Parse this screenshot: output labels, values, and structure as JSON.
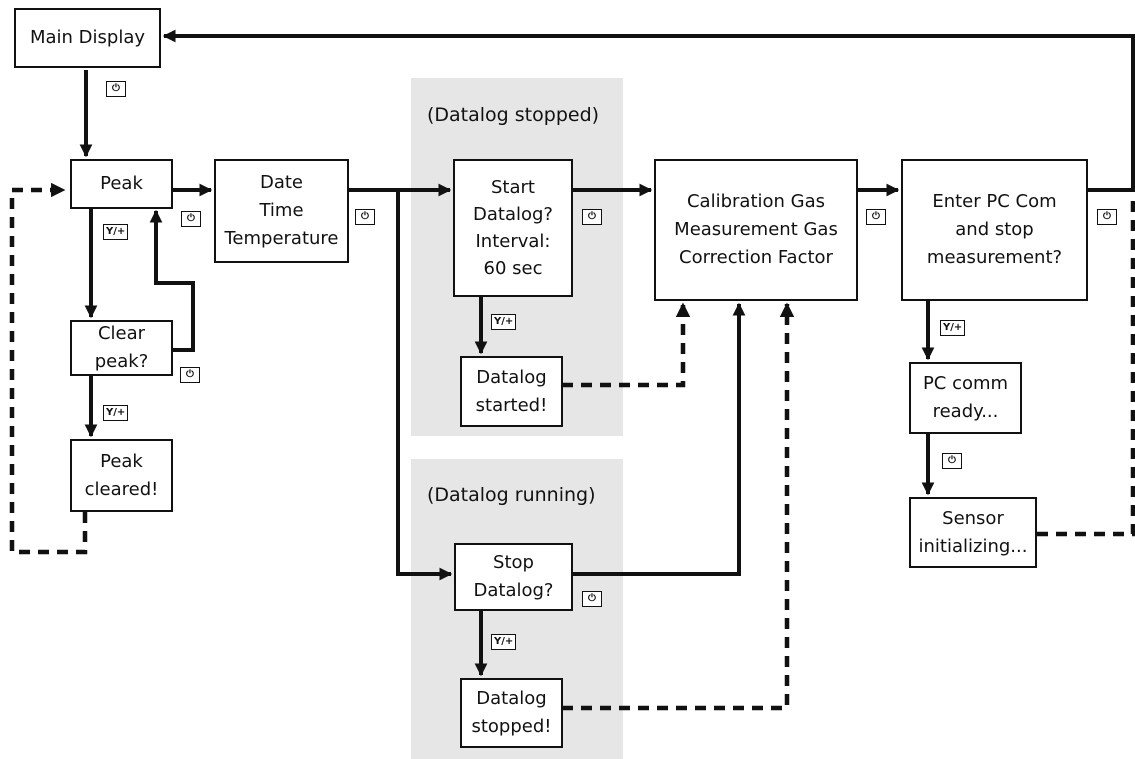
{
  "regions": {
    "datalog_stopped": "(Datalog stopped)",
    "datalog_running": "(Datalog running)"
  },
  "boxes": {
    "main_display": [
      "Main Display"
    ],
    "peak": [
      "Peak"
    ],
    "date_time_temp": [
      "Date",
      "Time",
      "Temperature"
    ],
    "clear_peak": [
      "Clear",
      "peak?"
    ],
    "peak_cleared": [
      "Peak",
      "cleared!"
    ],
    "start_datalog": [
      "Start",
      "Datalog?",
      "Interval:",
      "60 sec"
    ],
    "datalog_started": [
      "Datalog",
      "started!"
    ],
    "stop_datalog": [
      "Stop",
      "Datalog?"
    ],
    "datalog_stopped": [
      "Datalog",
      "stopped!"
    ],
    "calibration": [
      "Calibration Gas",
      "Measurement Gas",
      "Correction Factor"
    ],
    "enter_pc": [
      "Enter PC Com",
      "and stop",
      "measurement?"
    ],
    "pc_comm_ready": [
      "PC comm",
      "ready..."
    ],
    "sensor_init": [
      "Sensor",
      "initializing..."
    ]
  },
  "keys": {
    "power_symbol": "⏻",
    "yes_plus": "Y/+"
  }
}
